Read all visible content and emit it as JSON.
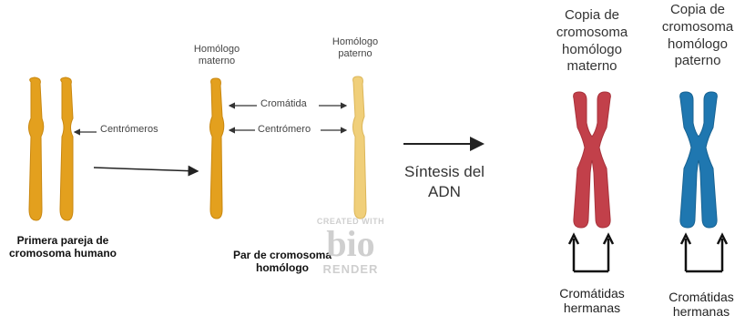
{
  "left_panel": {
    "centromeros_label": "Centrómeros",
    "caption_line1": "Primera pareja de",
    "caption_line2": "cromosoma humano"
  },
  "middle_panel": {
    "maternal_line1": "Homólogo",
    "maternal_line2": "materno",
    "paternal_line1": "Homólogo",
    "paternal_line2": "paterno",
    "cromatida_label": "Cromátida",
    "centromero_label": "Centrómero",
    "caption_line1": "Par de cromosoma",
    "caption_line2": "homólogo"
  },
  "watermark": {
    "line1": "CREATED WITH",
    "logo": "bio",
    "line2": "RENDER"
  },
  "process": {
    "line1": "Síntesis del",
    "line2": "ADN"
  },
  "right_panel": {
    "maternal_copy": [
      "Copia de",
      "cromosoma",
      "homólogo",
      "materno"
    ],
    "paternal_copy": [
      "Copia de",
      "cromosoma",
      "homólogo",
      "paterno"
    ],
    "sisters_maternal": [
      "Cromátidas",
      "hermanas"
    ],
    "sisters_paternal": [
      "Cromátidas",
      "hermanas"
    ]
  },
  "colors": {
    "orange": "#e3a01e",
    "light_orange": "#f0cf7a",
    "red": "#c2404a",
    "blue": "#1f77b0"
  }
}
